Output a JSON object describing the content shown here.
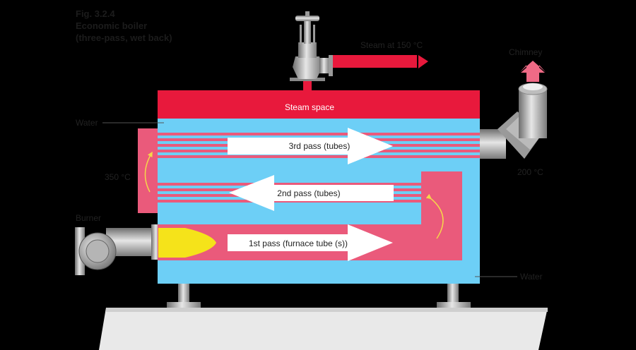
{
  "figure": {
    "number": "Fig. 3.2.4",
    "title": "Economic boiler",
    "subtitle": "(three-pass, wet back)"
  },
  "labels": {
    "steam_out": "Steam at 150 °C",
    "chimney": "Chimney",
    "steam_space": "Steam space",
    "water_top": "Water",
    "water_bottom": "Water",
    "back_temp": "350 °C",
    "exit_temp": "200 °C",
    "burner": "Burner",
    "pass3": "3rd pass (tubes)",
    "pass2": "2nd pass (tubes)",
    "pass1": "1st pass (furnace tube (s))"
  },
  "colors": {
    "background": "#000000",
    "water": "#6dcff6",
    "hot_gas": "#ea5a7b",
    "steam": "#e8193c",
    "flame": "#f5e31a",
    "metal": "#a8a8a8",
    "arrow": "#ffffff",
    "ground": "#e9e9e9"
  }
}
